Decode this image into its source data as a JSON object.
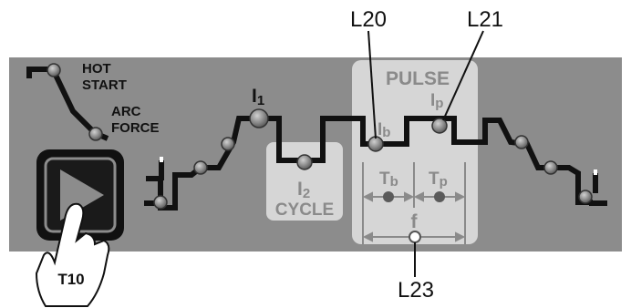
{
  "callouts": {
    "l20": "L20",
    "l21": "L21",
    "l23": "L23",
    "t10": "T10"
  },
  "panel": {
    "hot": "HOT",
    "start": "START",
    "arc": "ARC",
    "force": "FORCE",
    "i1": "I",
    "i1_sub": "1",
    "i2": "I",
    "i2_sub": "2",
    "cycle": "CYCLE",
    "pulse": "PULSE",
    "ib": "I",
    "ib_sub": "b",
    "ip": "I",
    "ip_sub": "p",
    "tb": "T",
    "tb_sub": "b",
    "tp": "T",
    "tp_sub": "p",
    "f": "f"
  },
  "colors": {
    "panel_bg": "#8c8c8c",
    "box_bg": "#d4d4d4",
    "line": "#111111",
    "led": "#7a7a7a",
    "led_hi": "#bcbcbc"
  }
}
